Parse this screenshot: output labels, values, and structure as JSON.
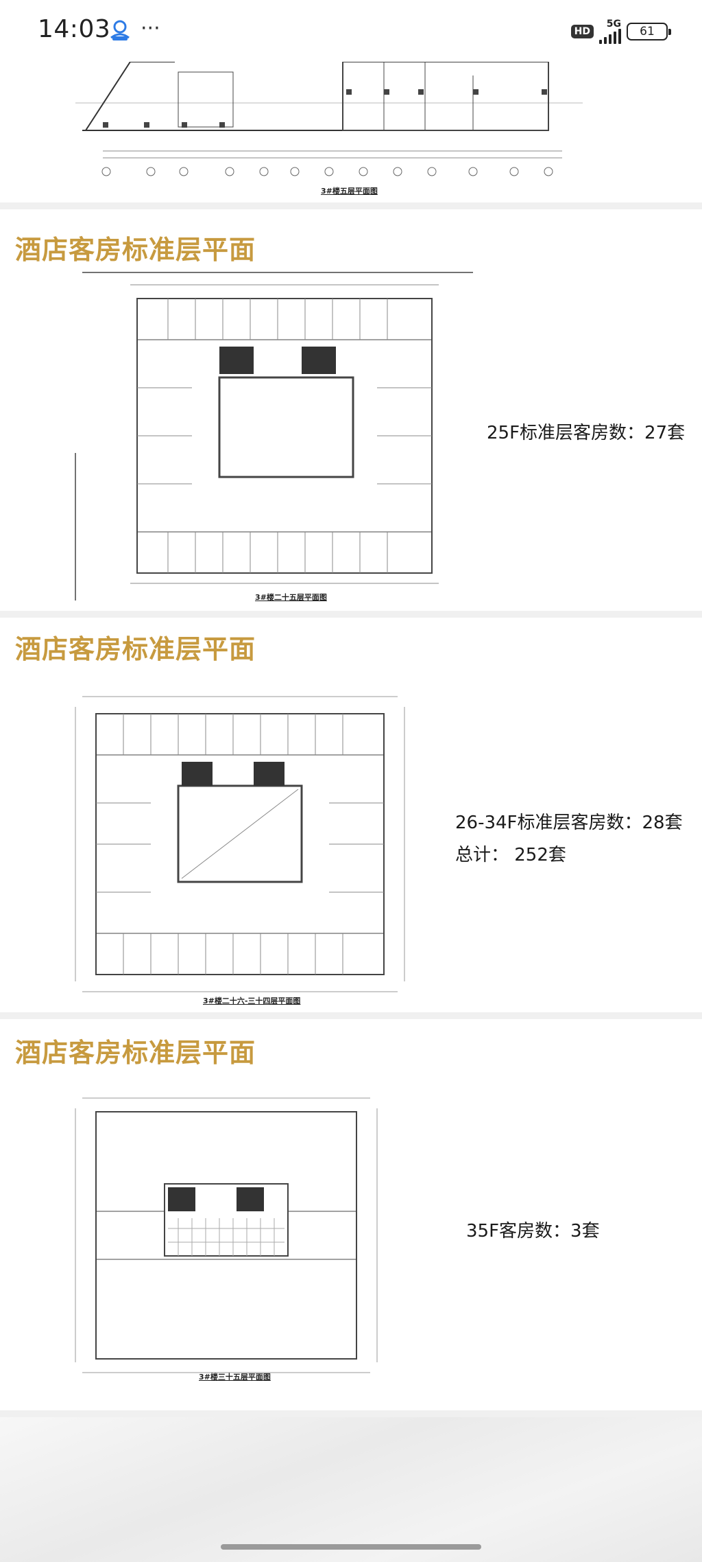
{
  "status_bar": {
    "time": "14:03",
    "more": "···",
    "hd": "HD",
    "network": "5G",
    "battery": "61"
  },
  "top_plan": {
    "caption": "3#楼五层平面图"
  },
  "sections": [
    {
      "title": "酒店客房标准层平面",
      "caption": "3#楼二十五层平面图",
      "info": [
        "25F标准层客房数：27套"
      ]
    },
    {
      "title": "酒店客房标准层平面",
      "caption": "3#楼二十六-三十四层平面图",
      "info": [
        "26-34F标准层客房数：28套",
        "总计： 252套"
      ]
    },
    {
      "title": "酒店客房标准层平面",
      "caption": "3#楼三十五层平面图",
      "info": [
        "35F客房数：3套"
      ]
    }
  ],
  "colors": {
    "title_gold": "#c79a3f",
    "panel_bg": "#ffffff",
    "page_bg": "#f0f0f0"
  },
  "icons": [
    "app-logo-icon",
    "more-icon",
    "hd-icon",
    "signal-icon",
    "battery-icon"
  ]
}
